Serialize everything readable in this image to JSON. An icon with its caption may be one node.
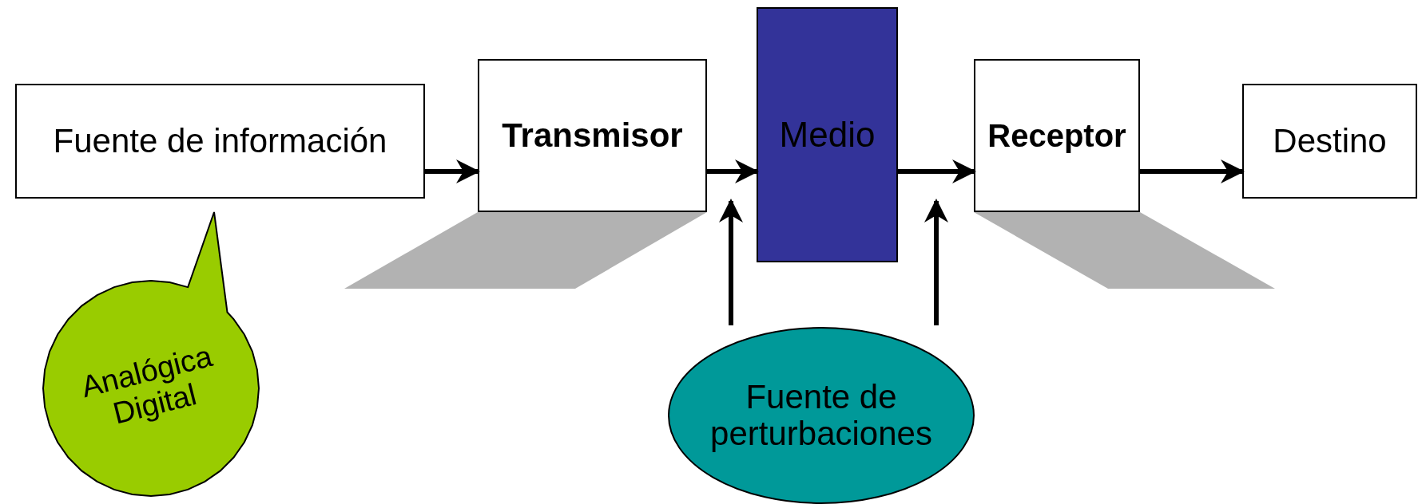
{
  "diagram": {
    "nodes": [
      {
        "text": [
          "Fuente de información"
        ]
      },
      {
        "text": [
          "Transmisor"
        ]
      },
      {
        "text": [
          "Medio"
        ]
      },
      {
        "text": [
          "Receptor"
        ]
      },
      {
        "text": [
          "Destino"
        ]
      },
      {
        "text": [
          "Analógica Digital"
        ]
      },
      {
        "text": [
          "Fuente de perturbaciones"
        ]
      }
    ],
    "edges": [
      {
        "from": 0,
        "to": 1,
        "arrow": "to"
      },
      {
        "from": 1,
        "to": 2,
        "arrow": "to"
      },
      {
        "from": 2,
        "to": 3,
        "arrow": "to"
      },
      {
        "from": 3,
        "to": 4,
        "arrow": "to"
      },
      {
        "from": 6,
        "to": 1,
        "arrow": "to"
      },
      {
        "from": 6,
        "to": 3,
        "arrow": "to"
      }
    ]
  }
}
